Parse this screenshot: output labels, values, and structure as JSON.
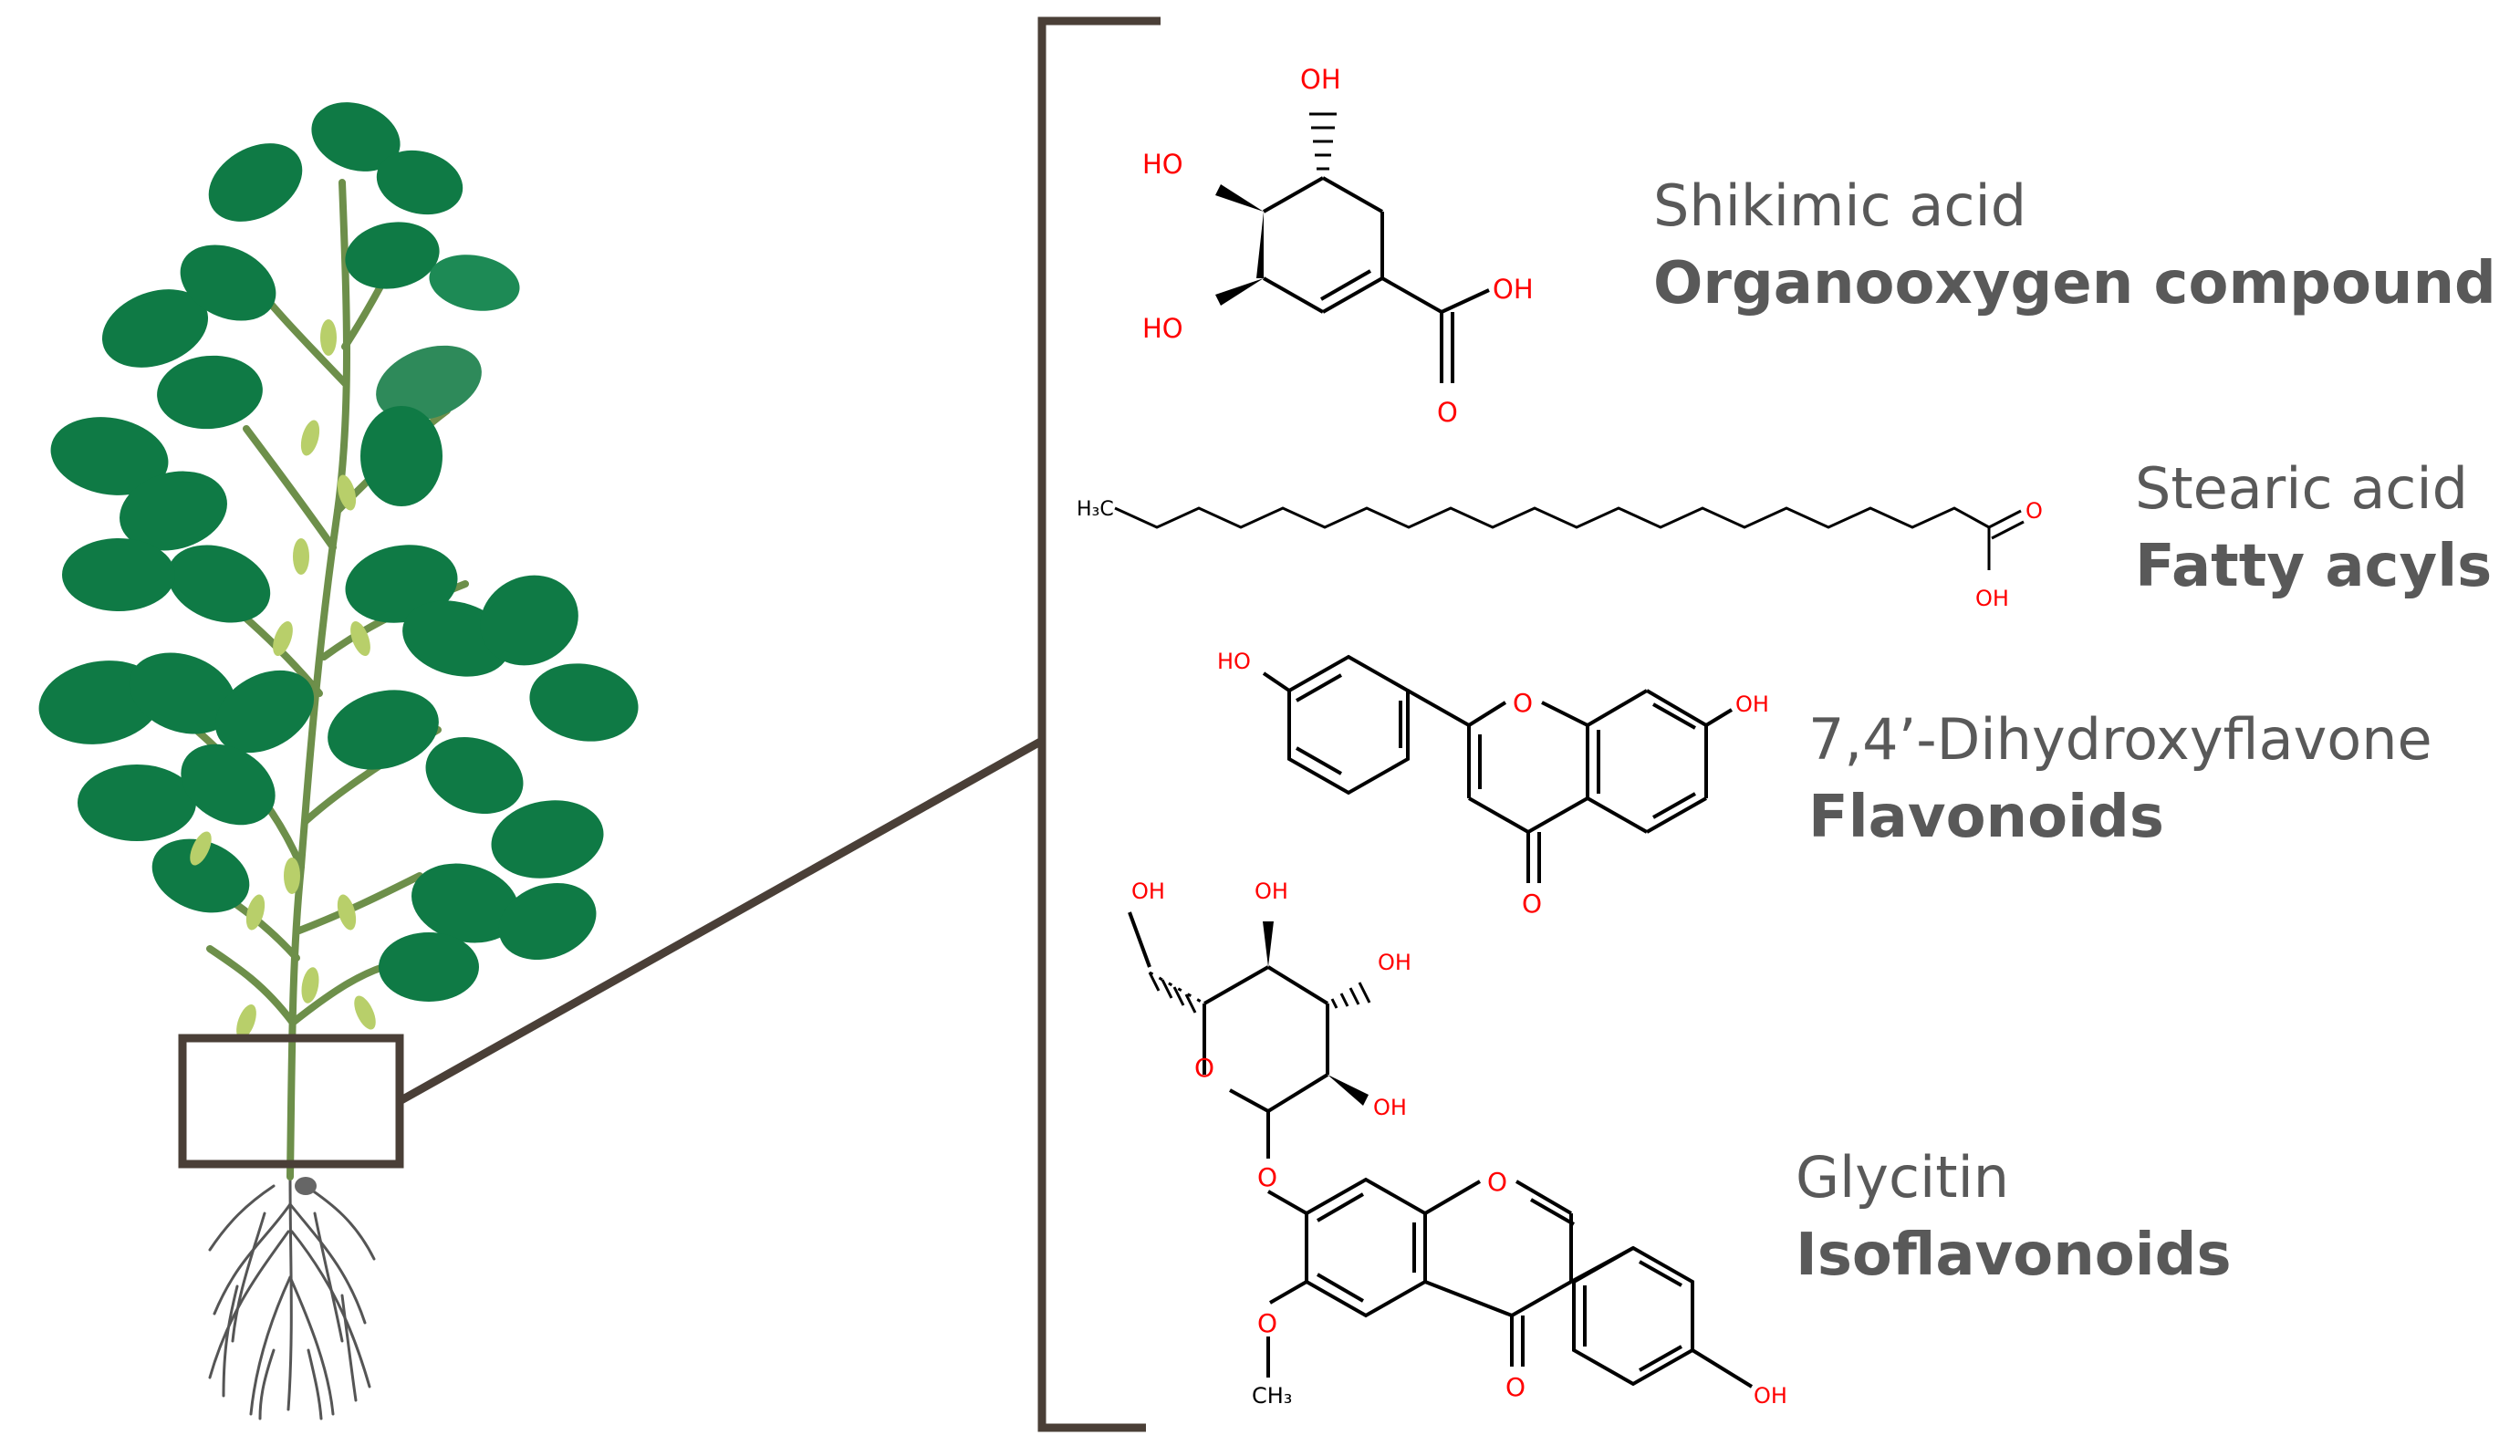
{
  "compounds": [
    {
      "name": "Shikimic acid",
      "class": "Organooxygen compound"
    },
    {
      "name": "Stearic acid",
      "class": "Fatty acyls"
    },
    {
      "name": "7,4’-Dihydroxyflavone",
      "class": "Flavonoids"
    },
    {
      "name": "Glycitin",
      "class": "Isoflavonoids"
    }
  ],
  "atoms": {
    "oh": "OH",
    "ho": "HO",
    "o": "O",
    "h3c": "H₃C",
    "ch3": "CH₃"
  },
  "colors": {
    "frame": "#4a3f37",
    "leaf": "#0f7a45",
    "stem": "#6d8f4a",
    "root": "#555555",
    "bond": "#000000",
    "oxygen": "#ff0000",
    "caption": "#595959"
  }
}
